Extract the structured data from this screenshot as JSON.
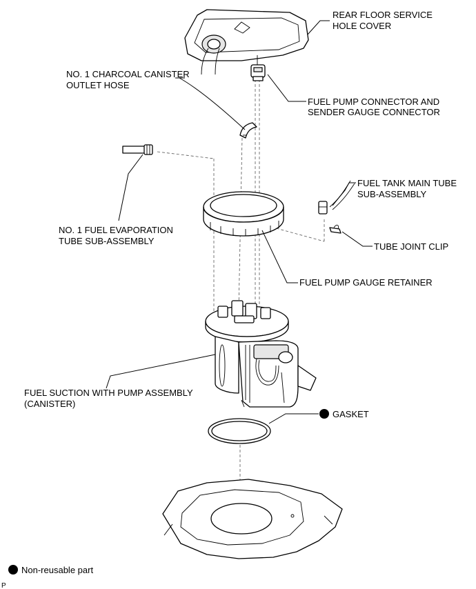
{
  "labels": {
    "rear_floor_cover": [
      "REAR FLOOR SERVICE",
      "HOLE COVER"
    ],
    "charcoal_hose": [
      "NO. 1 CHARCOAL CANISTER",
      "OUTLET HOSE"
    ],
    "pump_connector": [
      "FUEL PUMP CONNECTOR AND",
      "SENDER GAUGE CONNECTOR"
    ],
    "main_tube": [
      "FUEL TANK MAIN TUBE",
      "SUB-ASSEMBLY"
    ],
    "evap_tube": [
      "NO. 1 FUEL EVAPORATION",
      "TUBE SUB-ASSEMBLY"
    ],
    "joint_clip": "TUBE JOINT CLIP",
    "gauge_retainer": "FUEL PUMP GAUGE RETAINER",
    "suction_pump": [
      "FUEL SUCTION WITH PUMP ASSEMBLY",
      "(CANISTER)"
    ],
    "gasket": "GASKET"
  },
  "legend": {
    "label": "Non-reusable part"
  },
  "corner_code": "P",
  "colors": {
    "ink": "#000000",
    "background": "#ffffff",
    "shade": "#e6e6e6"
  }
}
